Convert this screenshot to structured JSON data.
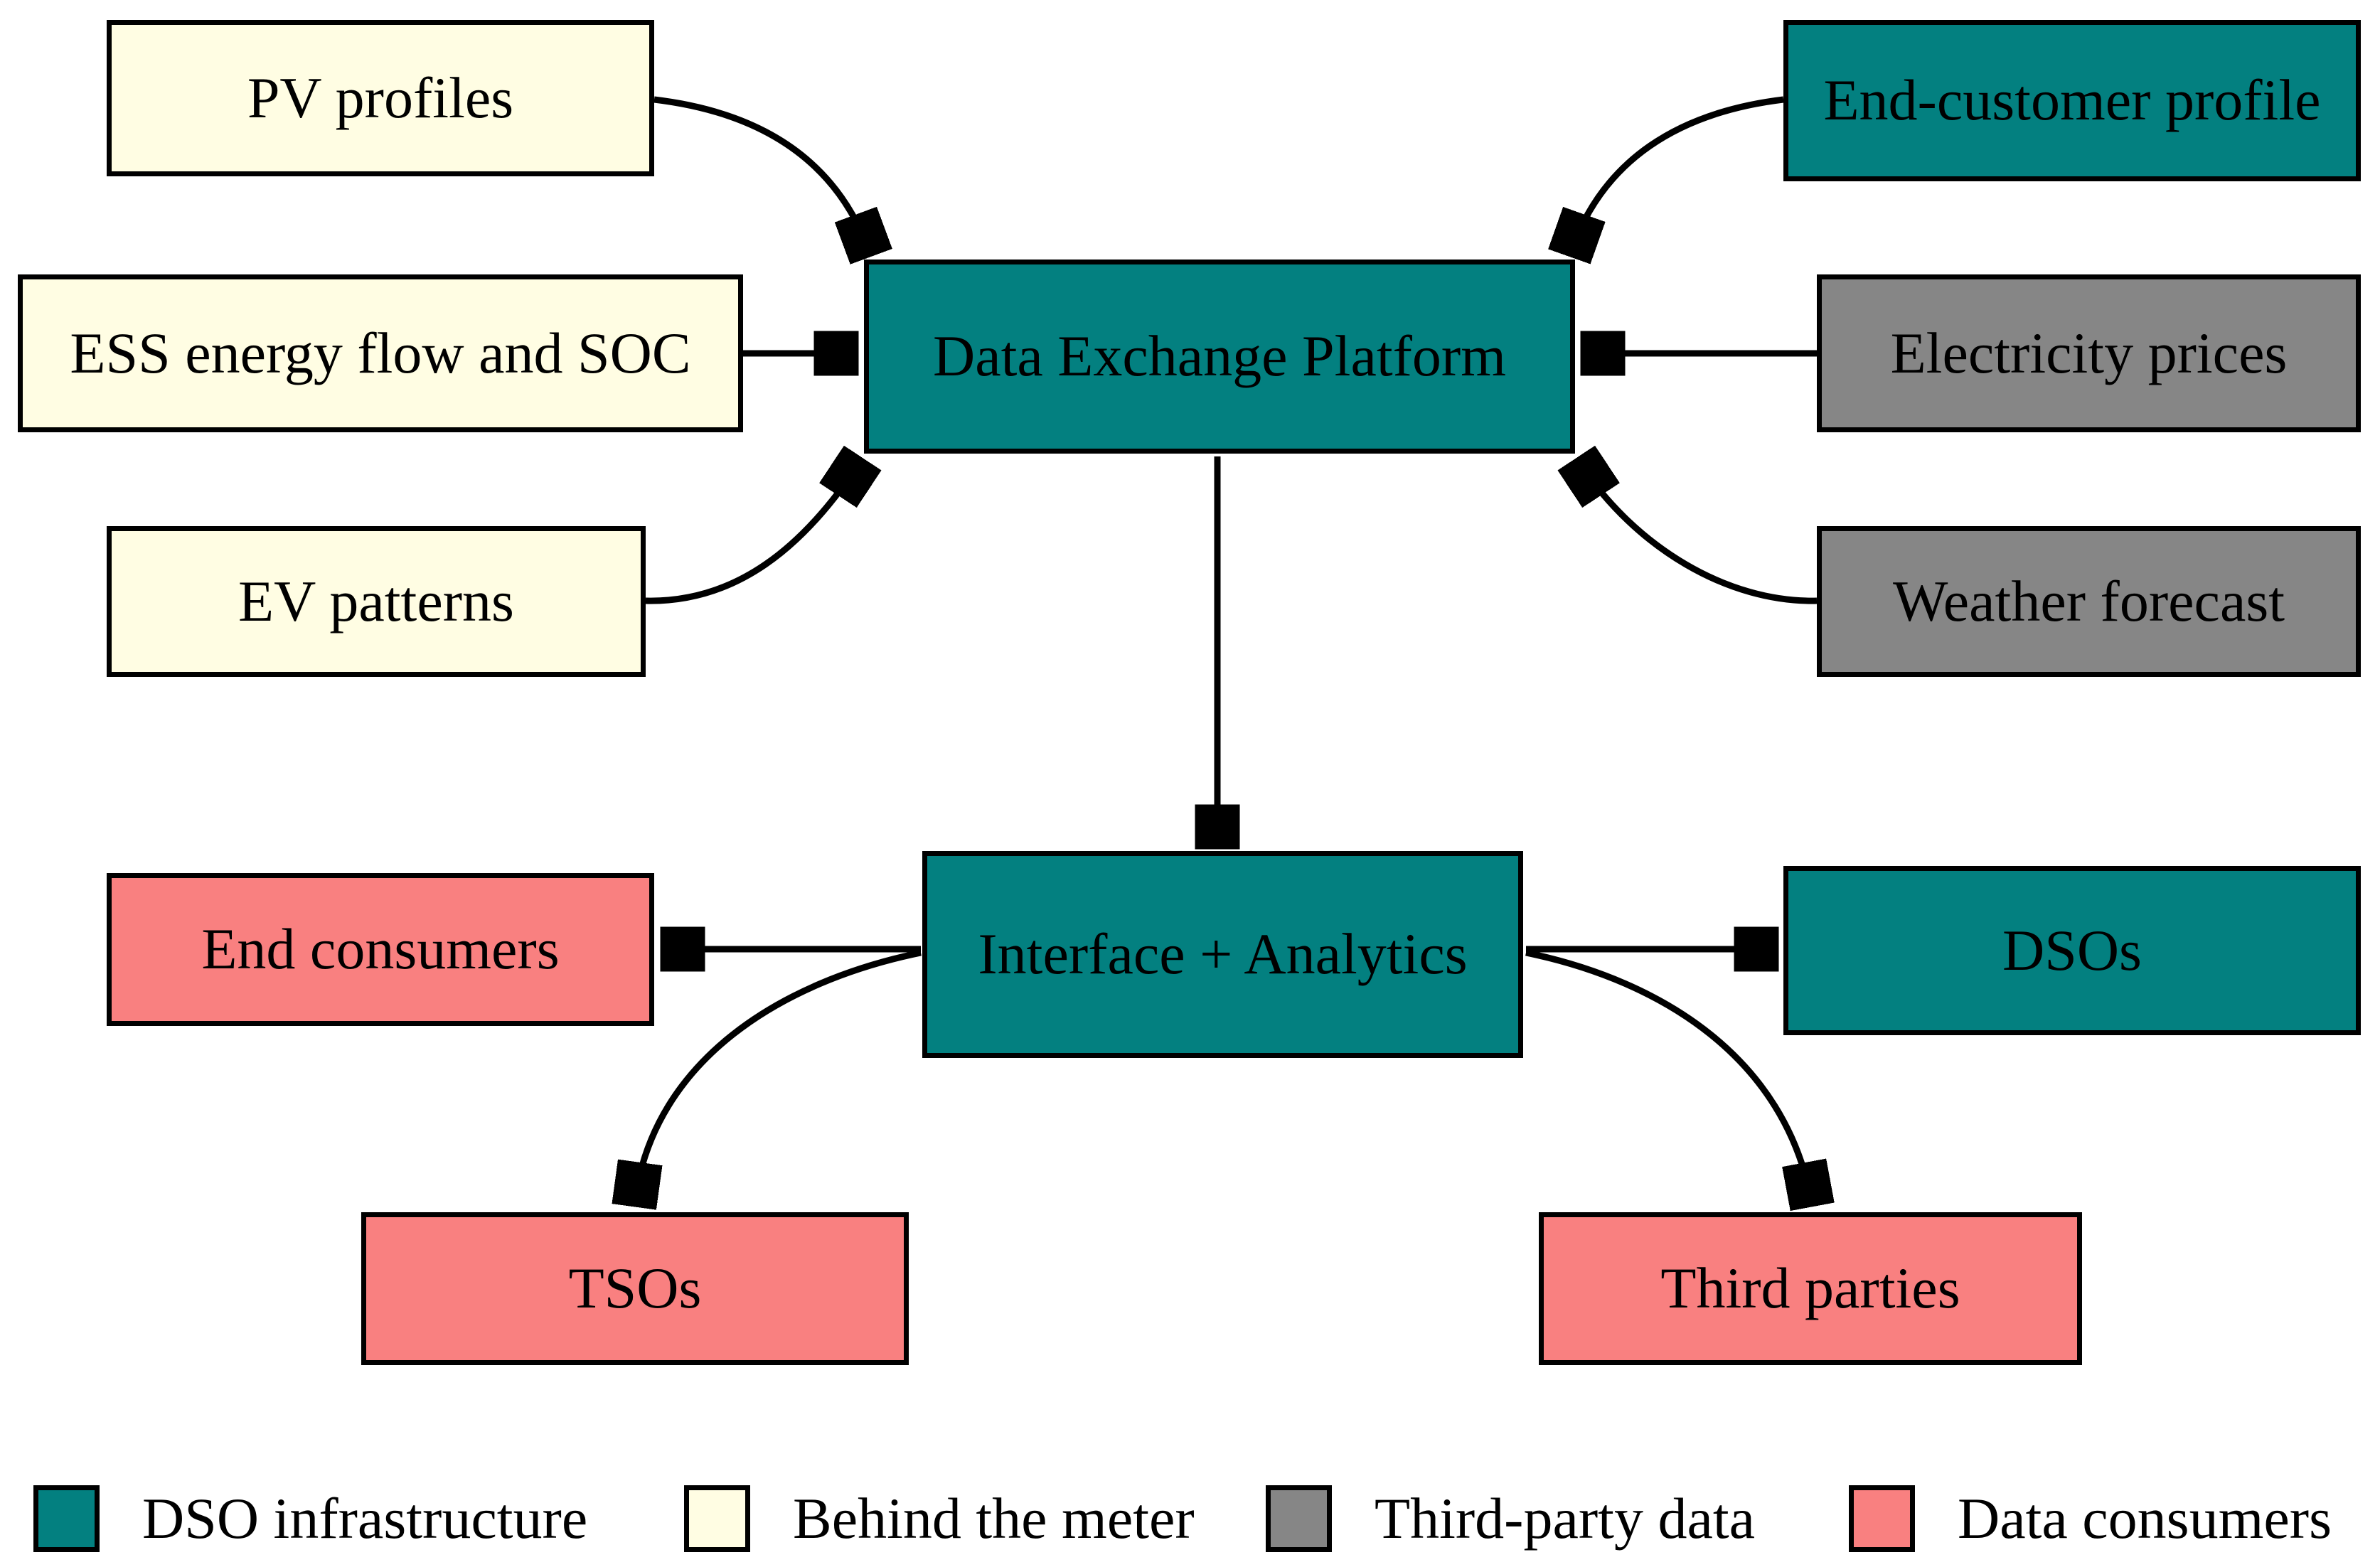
{
  "diagram": {
    "nodes": {
      "pv": {
        "label": "PV profiles",
        "category": "behind-the-meter"
      },
      "ess": {
        "label": "ESS energy flow and SOC",
        "category": "behind-the-meter"
      },
      "ev": {
        "label": "EV patterns",
        "category": "behind-the-meter"
      },
      "dep": {
        "label": "Data Exchange Platform",
        "category": "dso-infrastructure"
      },
      "ecp": {
        "label": "End-customer profile",
        "category": "dso-infrastructure"
      },
      "ep": {
        "label": "Electricity prices",
        "category": "third-party-data"
      },
      "wf": {
        "label": "Weather forecast",
        "category": "third-party-data"
      },
      "ia": {
        "label": "Interface + Analytics",
        "category": "dso-infrastructure"
      },
      "ec": {
        "label": "End consumers",
        "category": "data-consumers"
      },
      "dsos": {
        "label": "DSOs",
        "category": "dso-infrastructure"
      },
      "tsos": {
        "label": "TSOs",
        "category": "data-consumers"
      },
      "tp": {
        "label": "Third parties",
        "category": "data-consumers"
      }
    },
    "edges": [
      {
        "from": "pv",
        "to": "dep"
      },
      {
        "from": "ess",
        "to": "dep"
      },
      {
        "from": "ev",
        "to": "dep"
      },
      {
        "from": "ecp",
        "to": "dep"
      },
      {
        "from": "ep",
        "to": "dep"
      },
      {
        "from": "wf",
        "to": "dep"
      },
      {
        "from": "dep",
        "to": "ia"
      },
      {
        "from": "ia",
        "to": "ec"
      },
      {
        "from": "ia",
        "to": "dsos"
      },
      {
        "from": "ia",
        "to": "tsos"
      },
      {
        "from": "ia",
        "to": "tp"
      }
    ],
    "legend": {
      "items": [
        {
          "label": "DSO infrastructure",
          "color": "#038080"
        },
        {
          "label": "Behind the meter",
          "color": "#FFFDE3"
        },
        {
          "label": "Third-party data",
          "color": "#868686"
        },
        {
          "label": "Data consumers",
          "color": "#F98080"
        }
      ]
    },
    "colors": {
      "dso_infrastructure": "#038080",
      "behind_the_meter": "#FFFDE3",
      "third_party_data": "#868686",
      "data_consumers": "#F98080",
      "arrow": "#000000",
      "border": "#000000",
      "background": "#FFFFFF"
    }
  }
}
